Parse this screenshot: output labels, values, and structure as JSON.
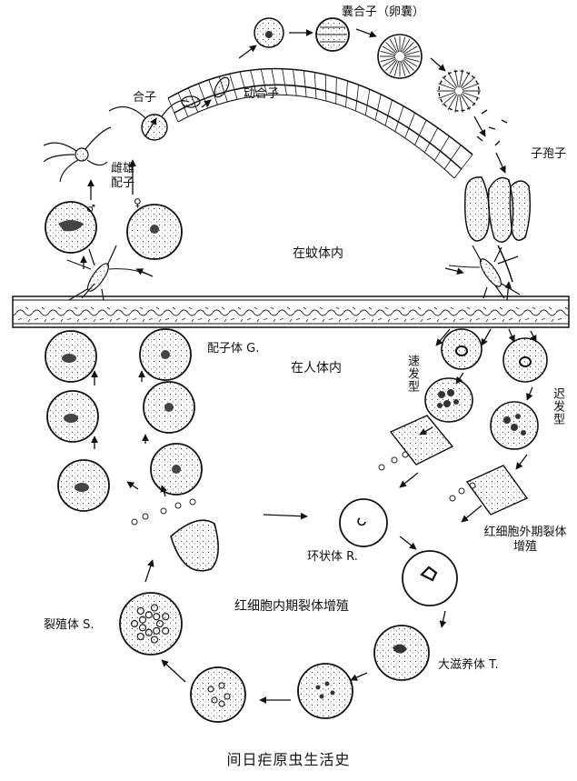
{
  "diagram": {
    "caption": "间日疟原虫生活史",
    "regions": {
      "mosquito": "在蚊体内",
      "human": "在人体内"
    },
    "labels": {
      "oocyst": "囊合子（卵囊）",
      "zygote": "合子",
      "ookinete": "动合子",
      "sporozoite": "子孢子",
      "gametes": "雌雄配子",
      "male_symbol": "♂",
      "female_symbol": "♀",
      "gametocyte": "配子体 G.",
      "tachyzoite": "速发型",
      "bradyzoite": "迟发型",
      "exo_schizogony": "红细胞外期裂体增殖",
      "ring_form": "环状体 R.",
      "trophozoite": "大滋养体 T.",
      "schizont": "裂殖体 S.",
      "intra_schizogony": "红细胞内期裂体增殖"
    },
    "colors": {
      "ink": "#111111",
      "paper": "#ffffff"
    }
  }
}
